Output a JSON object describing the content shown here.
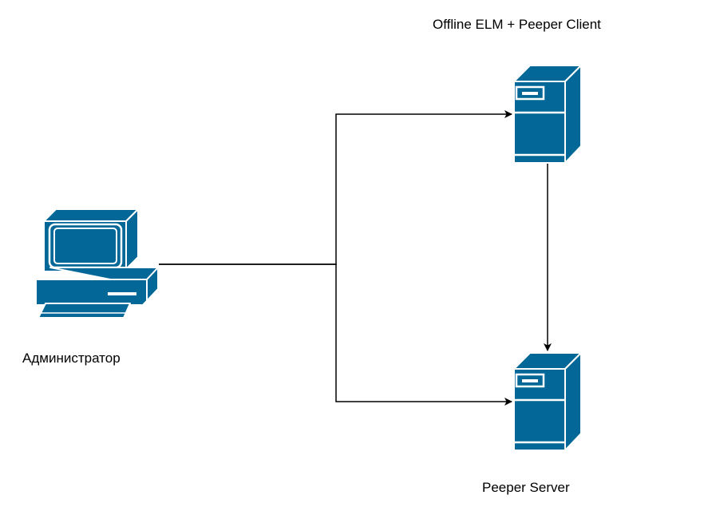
{
  "colors": {
    "device_fill": "#036897",
    "device_line": "#ffffff",
    "edge": "#000000",
    "background": "#ffffff"
  },
  "nodes": {
    "admin": {
      "label": "Администратор",
      "icon": "pc-workstation-icon"
    },
    "client": {
      "label": "Offline ELM + Peeper Client",
      "icon": "server-tower-icon"
    },
    "server": {
      "label": "Peeper Server",
      "icon": "server-tower-icon"
    }
  },
  "edges": [
    {
      "from": "admin",
      "to": "client"
    },
    {
      "from": "admin",
      "to": "server"
    },
    {
      "from": "client",
      "to": "server"
    }
  ]
}
